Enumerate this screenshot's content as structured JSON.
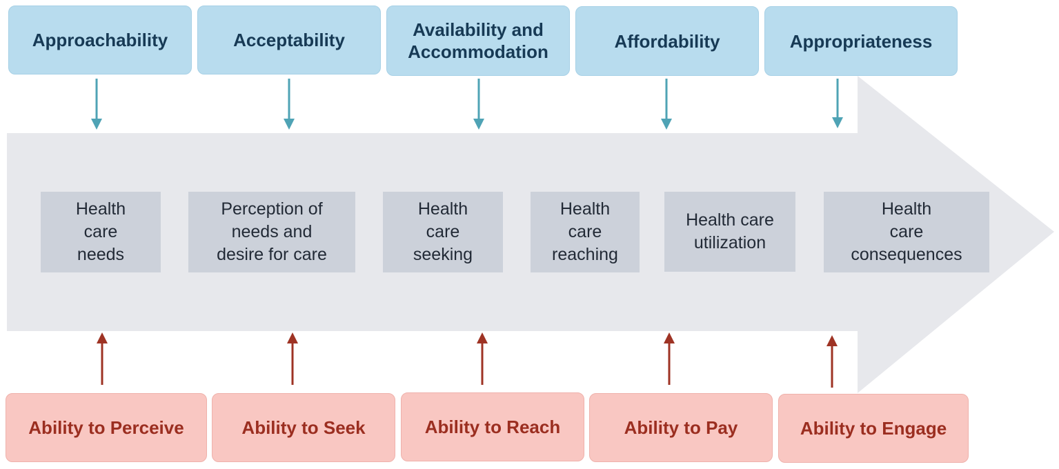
{
  "colors": {
    "arrow_fill": "#e7e8ec",
    "provider_box": "#b8dcee",
    "provider_text": "#173a55",
    "provider_arrow": "#4fa3b5",
    "person_box": "#f9c7c2",
    "person_text": "#9b2e20",
    "person_arrow": "#9e3324",
    "stage_box": "#ccd1da",
    "stage_text": "#222a36"
  },
  "provider_dimensions": [
    {
      "label": "Approachability"
    },
    {
      "label": "Acceptability"
    },
    {
      "label": "Availability and\nAccommodation"
    },
    {
      "label": "Affordability"
    },
    {
      "label": "Appropriateness"
    }
  ],
  "stages": [
    {
      "label": "Health\ncare\nneeds"
    },
    {
      "label": "Perception of\nneeds and\ndesire for care"
    },
    {
      "label": "Health\ncare\nseeking"
    },
    {
      "label": "Health\ncare\nreaching"
    },
    {
      "label": "Health care\nutilization"
    },
    {
      "label": "Health\ncare\nconsequences"
    }
  ],
  "abilities": [
    {
      "label": "Ability to Perceive"
    },
    {
      "label": "Ability to Seek"
    },
    {
      "label": "Ability to Reach"
    },
    {
      "label": "Ability to Pay"
    },
    {
      "label": "Ability to Engage"
    }
  ]
}
